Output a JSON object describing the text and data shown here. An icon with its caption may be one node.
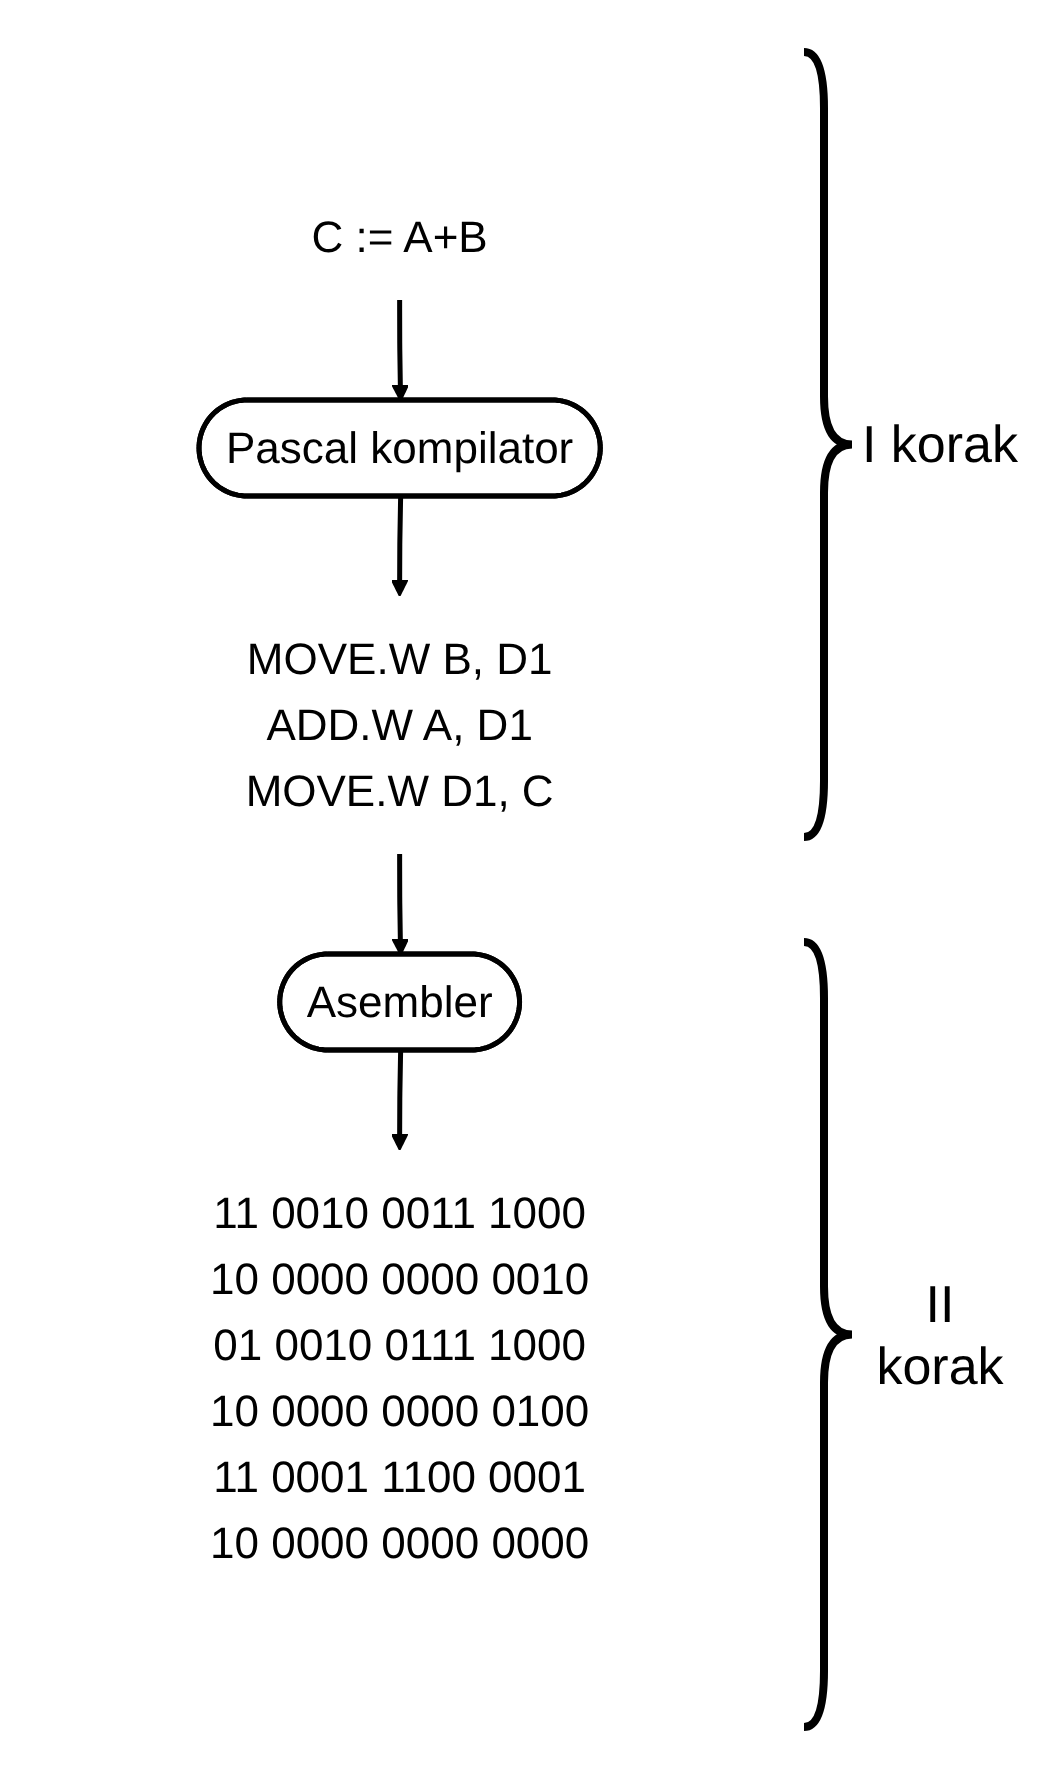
{
  "diagram": {
    "nodes": [
      {
        "text": [
          "C := A+B"
        ]
      },
      {
        "text": [
          "Pascal kompilator"
        ]
      },
      {
        "text": [
          "MOVE.W B, D1",
          "ADD.W A, D1",
          "MOVE.W D1, C"
        ]
      },
      {
        "text": [
          "Asembler"
        ]
      },
      {
        "text": [
          "11 0010 0011 1000",
          "10 0000 0000 0010",
          "01 0010 0111 1000",
          "10 0000 0000 0100",
          "11 0001 1100 0001",
          "10 0000 0000 0000"
        ]
      }
    ],
    "edges": [
      {
        "from": 0,
        "to": 1,
        "arrow": "to"
      },
      {
        "from": 1,
        "to": 2,
        "arrow": "to"
      },
      {
        "from": 2,
        "to": 3,
        "arrow": "to"
      },
      {
        "from": 3,
        "to": 4,
        "arrow": "to"
      }
    ],
    "labels": [
      "I korak",
      "II korak"
    ]
  }
}
